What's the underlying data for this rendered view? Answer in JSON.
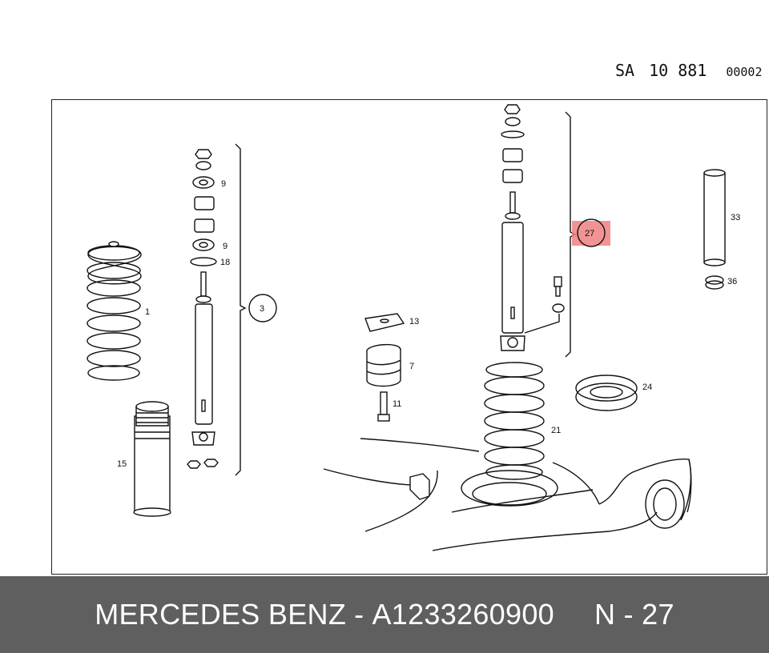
{
  "header": {
    "sa_label": "SA",
    "sa_number": "10 881",
    "sheet": "00002"
  },
  "footer": {
    "brand": "MERCEDES BENZ",
    "separator": "-",
    "part_number": "A1233260900",
    "position": "N - 27"
  },
  "callouts": {
    "c1": "1",
    "c3": "3",
    "c7": "7",
    "c9a": "9",
    "c9b": "9",
    "c11": "11",
    "c13": "13",
    "c15": "15",
    "c18": "18",
    "c21": "21",
    "c24": "24",
    "c27": "27",
    "c33": "33",
    "c36": "36"
  },
  "colors": {
    "highlight": "#f08080",
    "footer_bg": "#5f5f5f"
  }
}
